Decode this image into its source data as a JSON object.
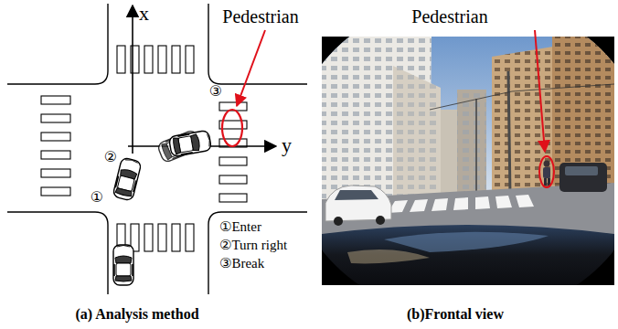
{
  "diagram": {
    "labels": [
      "Pedestrian",
      "x",
      "y",
      "③",
      "②",
      "①",
      "①Enter",
      "②Turn right",
      "③Break",
      "(a) Analysis method",
      "Pedestrian",
      "(b)Frontal view"
    ]
  }
}
